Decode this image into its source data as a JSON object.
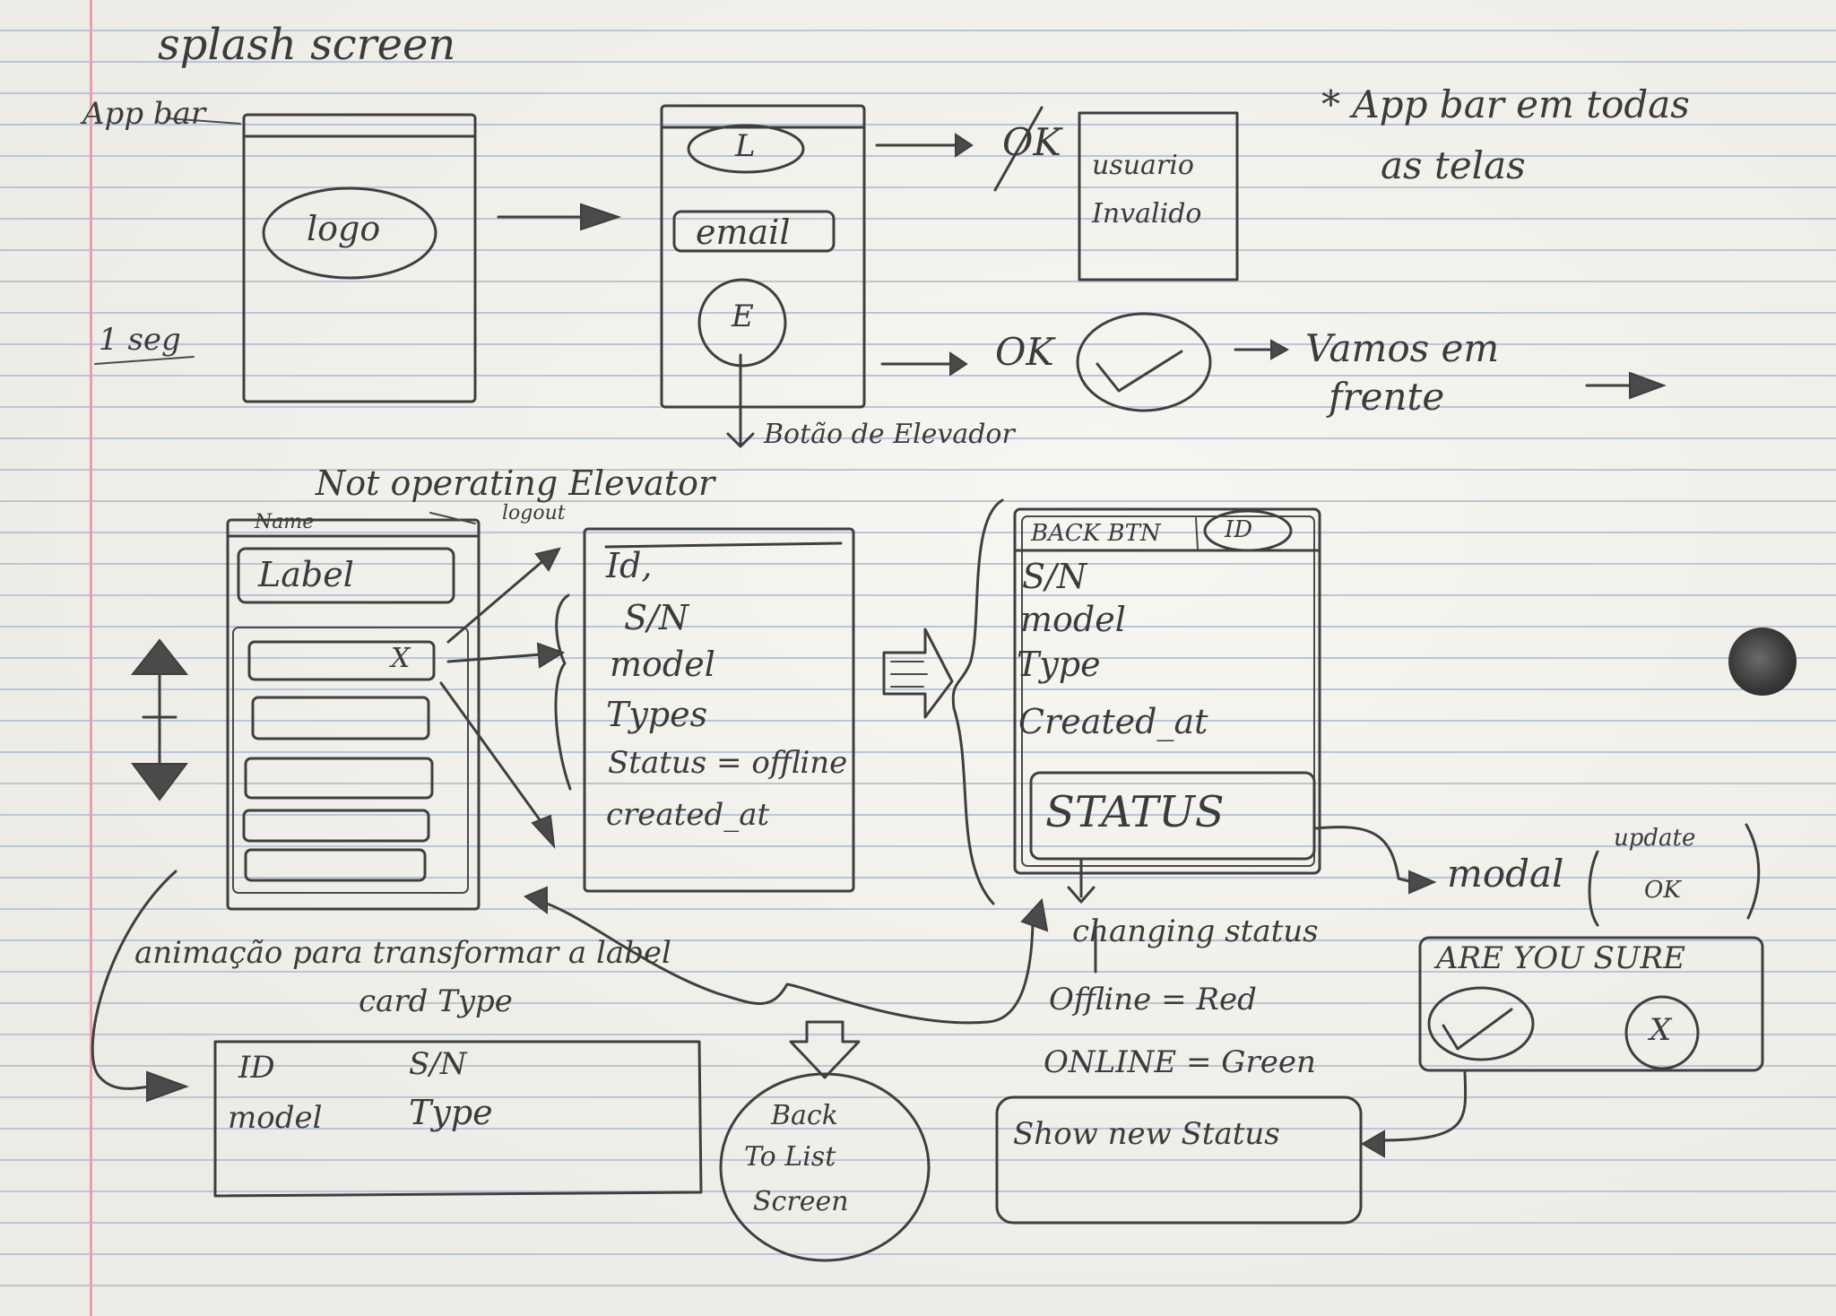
{
  "title": "splash screen",
  "note": {
    "line1": "* App bar em todas",
    "line2": "as telas"
  },
  "splash": {
    "app_bar": "App bar",
    "logo": "logo",
    "duration": "1 seg"
  },
  "login": {
    "label_l": "L",
    "email": "email",
    "label_e": "E",
    "elevator_button": "Botão de Elevador",
    "fail": "OK",
    "invalid_line1": "usuario",
    "invalid_line2": "Invalido",
    "ok": "OK",
    "next_line1": "Vamos em",
    "next_line2": "frente"
  },
  "list_screen": {
    "heading": "Not operating Elevator",
    "name": "Name",
    "logout": "logout",
    "label": "Label",
    "item_close": "X"
  },
  "detail_panel": {
    "lines": [
      "Id,",
      "S/N",
      "model",
      "Types",
      "Status = offline",
      "created_at"
    ]
  },
  "detail_screen": {
    "back_btn": "BACK BTN",
    "id_badge": "ID",
    "lines": [
      "S/N",
      "model",
      "Type",
      "Created_at"
    ],
    "status_button": "STATUS"
  },
  "modal": {
    "label": "modal",
    "paren_line1": "update",
    "paren_line2": "OK",
    "question": "ARE YOU SURE",
    "cancel": "X"
  },
  "status_notes": {
    "changing": "changing status",
    "offline": "Offline = Red",
    "online": "ONLINE = Green",
    "show_new": "Show new Status"
  },
  "animation": {
    "line1": "animação para transformar a label",
    "line2": "card Type"
  },
  "card": {
    "id": "ID",
    "sn": "S/N",
    "model": "model",
    "type": "Type"
  },
  "back_list": {
    "line1": "Back",
    "line2": "To List",
    "line3": "Screen"
  }
}
